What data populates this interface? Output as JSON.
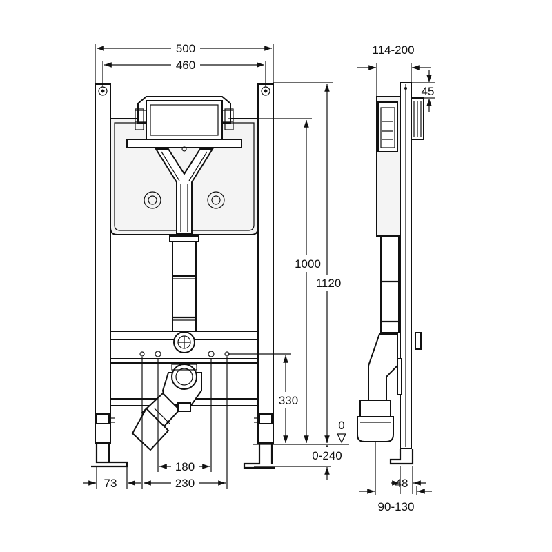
{
  "dimensions": {
    "frame_outer_width": "500",
    "frame_inner_width": "460",
    "cistern_height": "1000",
    "frame_height": "1120",
    "drain_height": "330",
    "floor_level": "0",
    "foot_adjust": "0-240",
    "foot_offset": "73",
    "bolt_spacing_inner": "180",
    "bolt_spacing_outer": "230",
    "wall_depth": "114-200",
    "top_gap": "45",
    "frame_depth": "48",
    "drain_offset": "90-130"
  }
}
